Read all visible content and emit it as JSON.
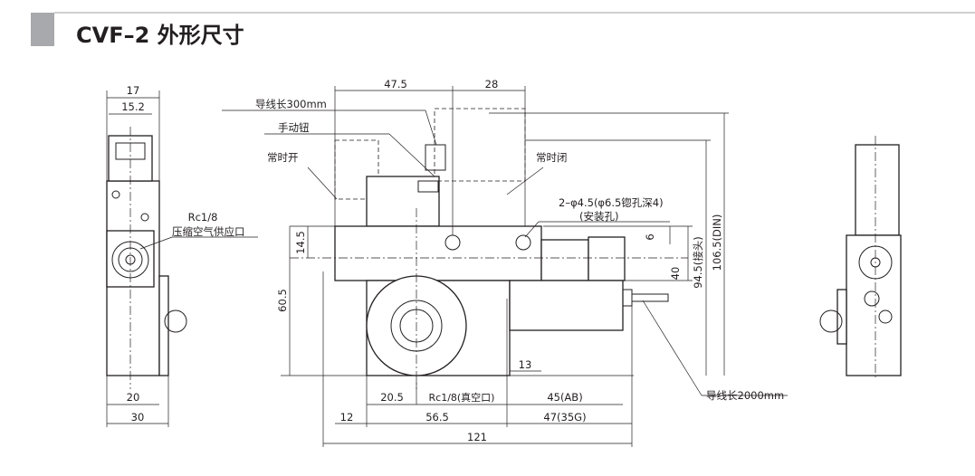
{
  "header": {
    "title": "CVF–2 外形尺寸"
  },
  "left_view": {
    "dims": {
      "w17": "17",
      "w15_2": "15.2",
      "w20": "20",
      "w30": "30"
    },
    "port_label": "Rc1/8",
    "port_desc": "压缩空气供应口"
  },
  "front_view": {
    "dims": {
      "d47_5": "47.5",
      "d28": "28",
      "d14_5": "14.5",
      "d60_5": "60.5",
      "d6": "6",
      "d40": "40",
      "d94_5": "94.5(接头)",
      "d106_5": "106.5(DIN)",
      "d13": "13",
      "d20_5": "20.5",
      "d45": "45(AB)",
      "d12": "12",
      "d56_5": "56.5",
      "d47": "47(35G)",
      "d121": "121"
    },
    "labels": {
      "lead300": "导线长300mm",
      "manual": "手动钮",
      "no": "常时开",
      "nc": "常时闭",
      "holes": "2–φ4.5(φ6.5锪孔深4)",
      "holes_sub": "(安装孔)",
      "vacuum": "Rc1/8(真空口)",
      "lead2000": "导线长2000mm"
    }
  }
}
